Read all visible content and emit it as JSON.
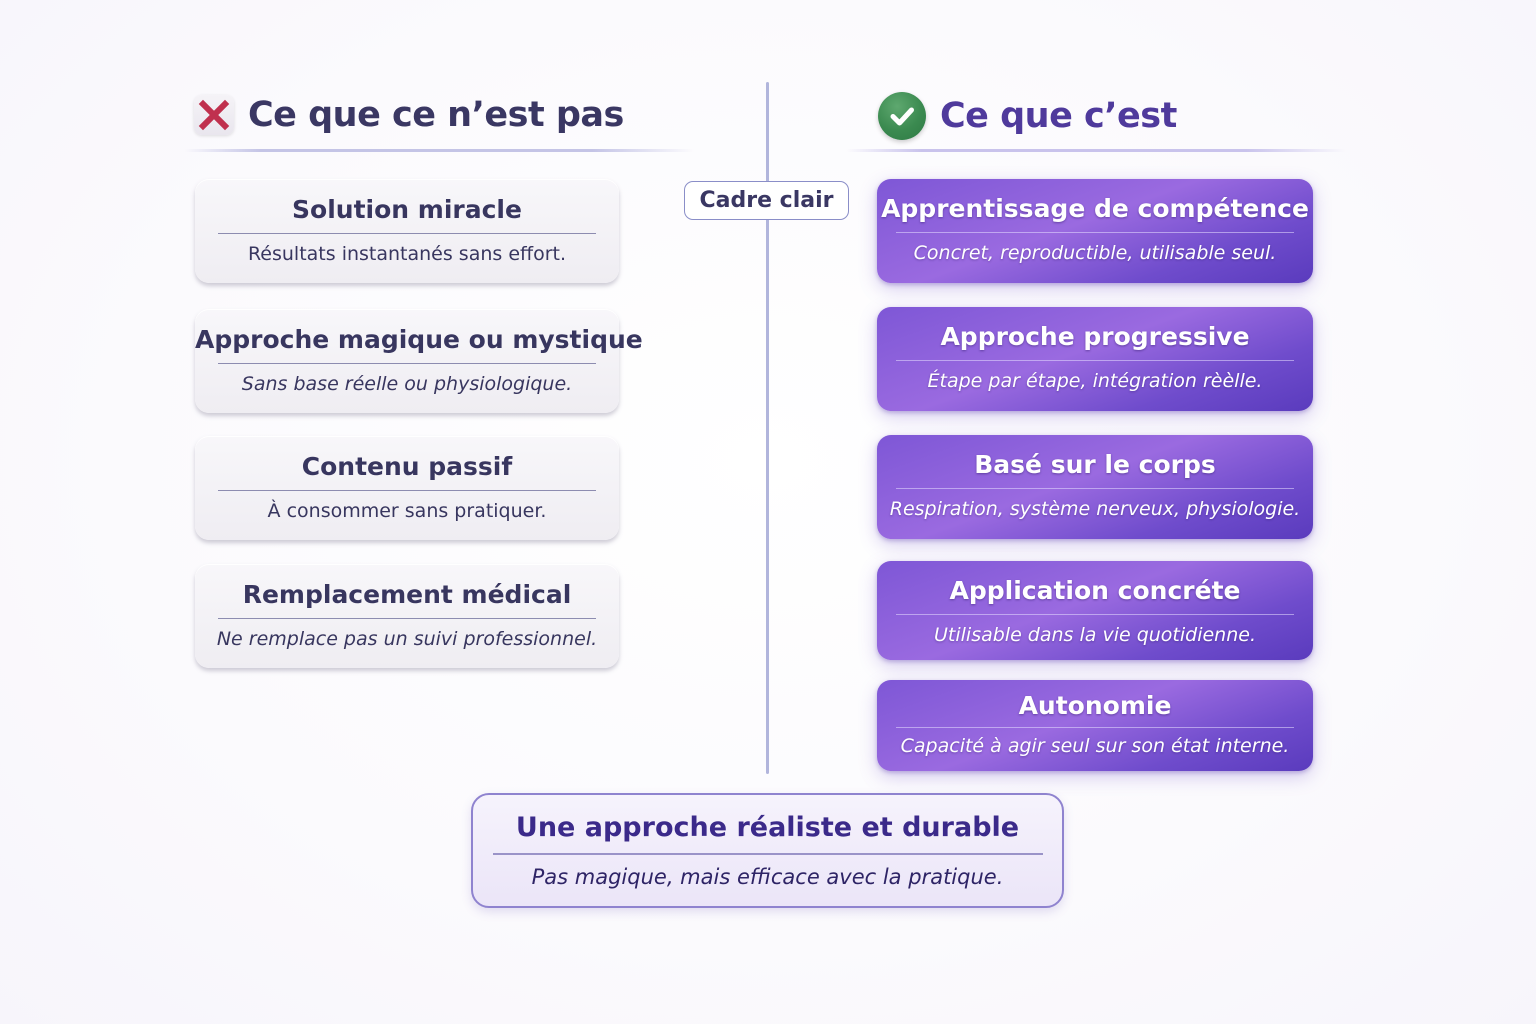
{
  "left_column": {
    "title": "Ce que ce n’est pas",
    "icon": "cross-icon",
    "icon_color": "#c0304e",
    "items": [
      {
        "title": "Solution miracle",
        "subtitle": "Résultats instantanés sans effort."
      },
      {
        "title": "Approche magique ou mystique",
        "subtitle": "Sans base réelle ou physiologique."
      },
      {
        "title": "Contenu passif",
        "subtitle": "À consommer sans pratiquer."
      },
      {
        "title": "Remplacement médical",
        "subtitle": "Ne remplace pas un suivi professionnel."
      }
    ]
  },
  "right_column": {
    "title": "Ce que c’est",
    "icon": "check-circle-icon",
    "icon_color": "#3b8a50",
    "items": [
      {
        "title": "Apprentissage de compétence",
        "subtitle": "Concret, reproductible, utilisable seul."
      },
      {
        "title": "Approche progressive",
        "subtitle": "Étape par étape, intégration rèèlle."
      },
      {
        "title": "Basé sur le corps",
        "subtitle": "Respiration, système nerveux, physiologie."
      },
      {
        "title": "Application concréte",
        "subtitle": "Utilisable dans la vie quotidienne."
      },
      {
        "title": "Autonomie",
        "subtitle": "Capacité à agir seul sur son état interne."
      }
    ]
  },
  "divider": {
    "label": "Cadre clair"
  },
  "summary": {
    "title": "Une approche réaliste et durable",
    "subtitle": "Pas magique, mais efficace avec la pratique."
  },
  "colors": {
    "negative_text": "#38365f",
    "positive_card": "#7e57d6",
    "summary_title": "#3b2a8a",
    "divider": "#b1b5dc"
  }
}
